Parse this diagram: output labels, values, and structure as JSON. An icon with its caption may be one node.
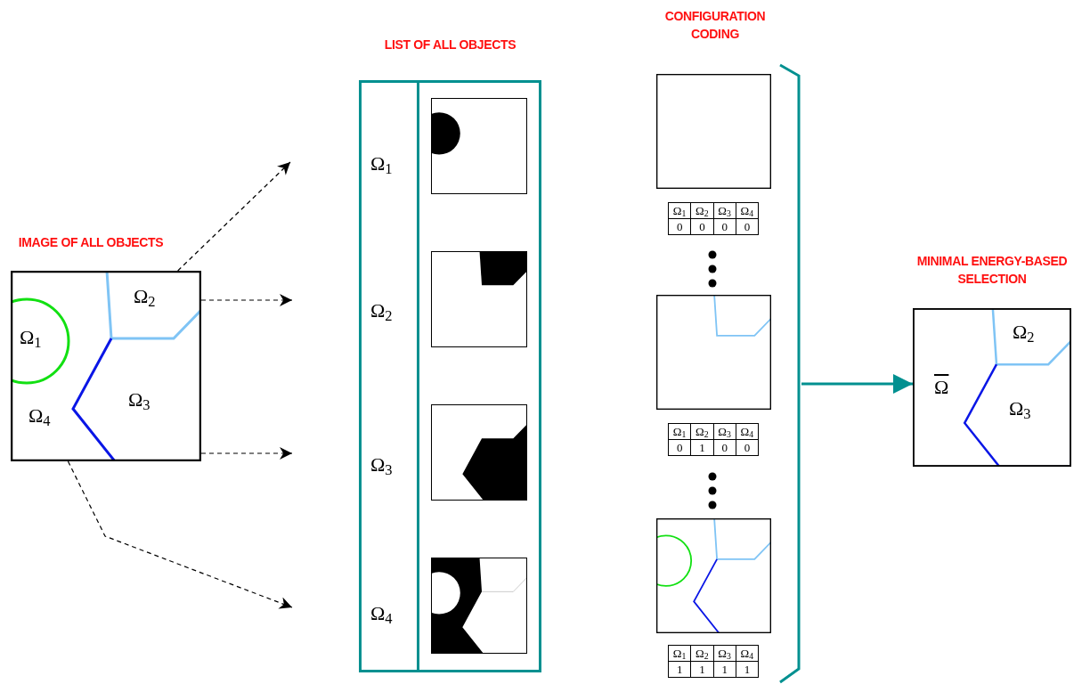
{
  "diagram": {
    "nodes": [
      {
        "text": [
          "IMAGE OF ALL OBJECTS",
          "Ω$_{1}$",
          "Ω$_{2}$",
          "Ω$_{3}$",
          "Ω$_{4}$"
        ]
      },
      {
        "text": [
          "LIST OF ALL OBJECTS"
        ]
      },
      {
        "text": [
          "Ω$_{1}$"
        ],
        "in": 1
      },
      {
        "text": [
          "Ω$_{2}$"
        ],
        "in": 1
      },
      {
        "text": [
          "Ω$_{3}$"
        ],
        "in": 1
      },
      {
        "text": [
          "Ω$_{4}$"
        ],
        "in": 1
      },
      {
        "text": [
          "MINIMAL ENERGY-BASED SELECTION",
          "Ω",
          "Ω$_{2}$",
          "Ω$_{3}$"
        ]
      },
      {
        "text": [],
        "shape": "bracket"
      }
    ],
    "edges": [
      {
        "from": 0,
        "to": null,
        "arrow": "to",
        "style": "dashed"
      },
      {
        "from": 0,
        "to": null,
        "arrow": "to",
        "style": "dashed"
      },
      {
        "from": 0,
        "to": null,
        "arrow": "to",
        "style": "dashed"
      },
      {
        "from": 0,
        "to": null,
        "arrow": "to",
        "style": "dashed"
      },
      {
        "from": 7,
        "to": 6,
        "arrow": "to",
        "color": "#009090"
      }
    ],
    "labels": [
      "CONFIGURATION CODING",
      "Ω$_{1}$",
      "Ω$_{2}$",
      "Ω$_{3}$",
      "Ω$_{4}$",
      "0",
      "0",
      "0",
      "0",
      "Ω$_{1}$",
      "Ω$_{2}$",
      "Ω$_{3}$",
      "Ω$_{4}$",
      "0",
      "1",
      "0",
      "0",
      "Ω$_{1}$",
      "Ω$_{2}$",
      "Ω$_{3}$",
      "Ω$_{4}$",
      "1",
      "1",
      "1",
      "1"
    ]
  }
}
